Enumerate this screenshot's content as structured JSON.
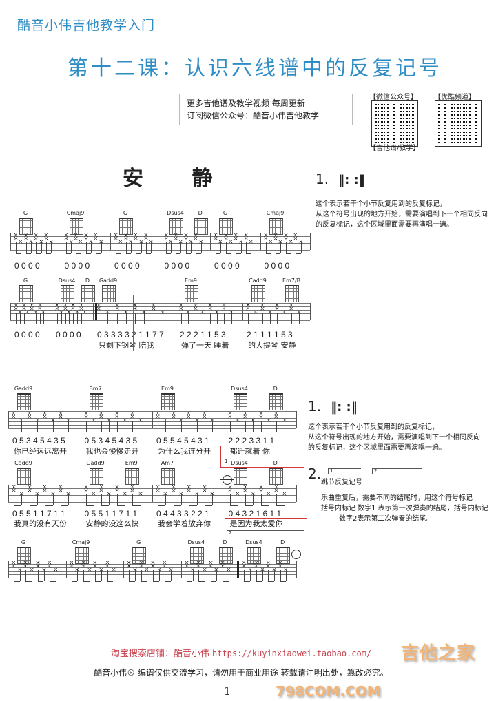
{
  "header": {
    "brand": "酷音小伟吉他教学入门",
    "lesson_title": "第十二课：认识六线谱中的反复记号"
  },
  "promo": {
    "line1": "更多吉他谱及教学视频  每周更新",
    "line2": "订阅微信公众号：酷音小伟吉他教学",
    "qr1_top": "【微信公众号】",
    "qr1_bottom": "【吉他谱/教学】",
    "qr2_top": "【优酷频道】"
  },
  "song_title": "安 静",
  "explanations": {
    "item1_num": "1.",
    "item1_symbol": "‖:      :‖",
    "item1_lines": [
      "这个表示若干个小节反复用到的反复标记，",
      "从这个符号出现的地方开始，需要演唱到下一个相同反向",
      "的反复标记，这个区域里面需要再演唱一遍。"
    ],
    "item2_num": "2.",
    "item2_volta1": "1",
    "item2_volta2": "2",
    "item2_name": "跳节反复记号",
    "item2_lines": [
      "乐曲重复后，需要不同的结尾时，用这个符号标记",
      "括号内标记 数字1 表示第一次弹奏的结尾，括号内标记",
      "数字2表示第二次弹奏的结尾。"
    ]
  },
  "systems": [
    {
      "measures": [
        {
          "chords": [
            "G"
          ],
          "notes": "0 0 0 0",
          "lyrics": ""
        },
        {
          "chords": [
            "Cmaj9"
          ],
          "notes": "0 0 0 0",
          "lyrics": ""
        },
        {
          "chords": [
            "G"
          ],
          "notes": "0 0 0 0",
          "lyrics": ""
        },
        {
          "chords": [
            "Dsus4",
            "D"
          ],
          "notes": "0 0 0 0",
          "lyrics": ""
        },
        {
          "chords": [
            "G"
          ],
          "notes": "0 0 0 0",
          "lyrics": ""
        },
        {
          "chords": [
            "Cmaj9"
          ],
          "notes": "0 0 0 0",
          "lyrics": ""
        }
      ]
    },
    {
      "measures": [
        {
          "chords": [
            "G"
          ],
          "notes": "0 0 0 0",
          "lyrics": ""
        },
        {
          "chords": [
            "Dsus4",
            "D"
          ],
          "notes": "0 0 0 0",
          "lyrics": ""
        },
        {
          "chords": [
            "Gadd9"
          ],
          "notes": "0 3 3 3 3 2 1 1 7 7",
          "lyrics": "只剩下钢琴 陪我"
        },
        {
          "chords": [
            "Em9"
          ],
          "notes": "2 2 2 1 1  5 3",
          "lyrics": "弹了一天  睡着"
        },
        {
          "chords": [
            "Cadd9",
            "Em7/B"
          ],
          "notes": "2 1 1 1 1  5 3",
          "lyrics": "的大提琴  安静"
        }
      ]
    },
    {
      "measures": [
        {
          "chords": [
            "Gadd9"
          ],
          "notes": "0 5 3 4 5 4 3 5",
          "lyrics": "你已经远远离开"
        },
        {
          "chords": [
            "Bm7"
          ],
          "notes": "0 5 3 4 5 4 3 5",
          "lyrics": "我也会慢慢走开"
        },
        {
          "chords": [
            "Em9"
          ],
          "notes": "0 5 5 4 5 4 3 1",
          "lyrics": "为什么我连分开"
        },
        {
          "chords": [
            "Dsus4",
            "D"
          ],
          "notes": "2 2 2 3 3 1 1",
          "lyrics": "都迁就着  你"
        }
      ]
    },
    {
      "measures": [
        {
          "chords": [
            "Cadd9"
          ],
          "notes": "0 5 5 1 1 7 1 1",
          "lyrics": "我真的没有天份"
        },
        {
          "chords": [
            "Gadd9",
            "Em9"
          ],
          "notes": "0 5 5 1 1 7 1 1",
          "lyrics": "安静的没这么快"
        },
        {
          "chords": [
            "Am7"
          ],
          "notes": "0 4 4 3 3 2 2 1",
          "lyrics": "我会学着放弃你"
        },
        {
          "chords": [
            "Dsus4",
            "D"
          ],
          "notes": "0 4 3 2 1 6 1 1",
          "lyrics": "是因为我太爱你"
        }
      ]
    },
    {
      "measures": [
        {
          "chords": [
            "G"
          ],
          "notes": "",
          "lyrics": ""
        },
        {
          "chords": [
            "Cmaj9"
          ],
          "notes": "",
          "lyrics": ""
        },
        {
          "chords": [
            "G"
          ],
          "notes": "",
          "lyrics": ""
        },
        {
          "chords": [
            "Dsus4",
            "D"
          ],
          "notes": "",
          "lyrics": ""
        },
        {
          "chords": [
            "Dsus4",
            "D"
          ],
          "notes": "",
          "lyrics": ""
        }
      ]
    }
  ],
  "footer": {
    "shop_label": "淘宝搜索店铺：酷音小伟",
    "shop_url": "https://kuyinxiaowei.taobao.com/",
    "notice": "酷音小伟® 编谱仅供交流学习，请勿用于商业用途 转载请注明出处，篡改必究。",
    "page_number": "1",
    "watermark1": "吉他之家",
    "watermark2": "798COM.COM"
  },
  "colors": {
    "accent": "#2f8dc6",
    "highlight_box": "#d2383a",
    "footer_red": "#c7434e"
  }
}
